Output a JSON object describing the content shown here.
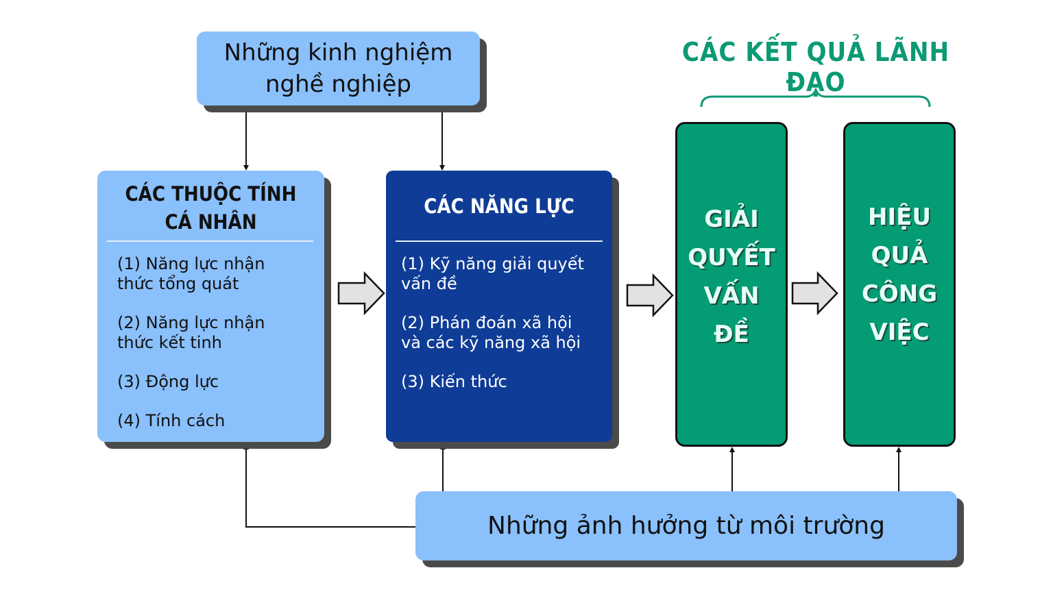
{
  "experience": {
    "text": "Những kinh nghiệm\nnghề nghiệp"
  },
  "attributes": {
    "title": "CÁC THUỘC TÍNH\nCÁ NHÂN",
    "items": [
      "(1) Năng lực nhận\nthức tổng quát",
      "(2) Năng lực nhận\nthức kết tinh",
      "(3) Động lực",
      "(4) Tính cách"
    ]
  },
  "competencies": {
    "title": "CÁC NĂNG LỰC",
    "items": [
      "(1) Kỹ năng giải quyết\nvấn đề",
      "(2) Phán đoán xã hội\nvà các kỹ năng xã hội",
      "(3) Kiến thức"
    ]
  },
  "results": {
    "title": "CÁC KẾT QUẢ LÃNH ĐẠO",
    "problem_solving": "GIẢI\nQUYẾT\nVẤN\nĐỀ",
    "job_performance": "HIỆU\nQUẢ\nCÔNG\nVIỆC"
  },
  "environment": {
    "text": "Những ảnh hưởng từ môi trường"
  },
  "colors": {
    "light_box": "#8ac0fb",
    "dark_box": "#0f3c96",
    "green_box": "#039c74",
    "results_title": "#0b9a74",
    "shadow": "#4a4a4a"
  }
}
